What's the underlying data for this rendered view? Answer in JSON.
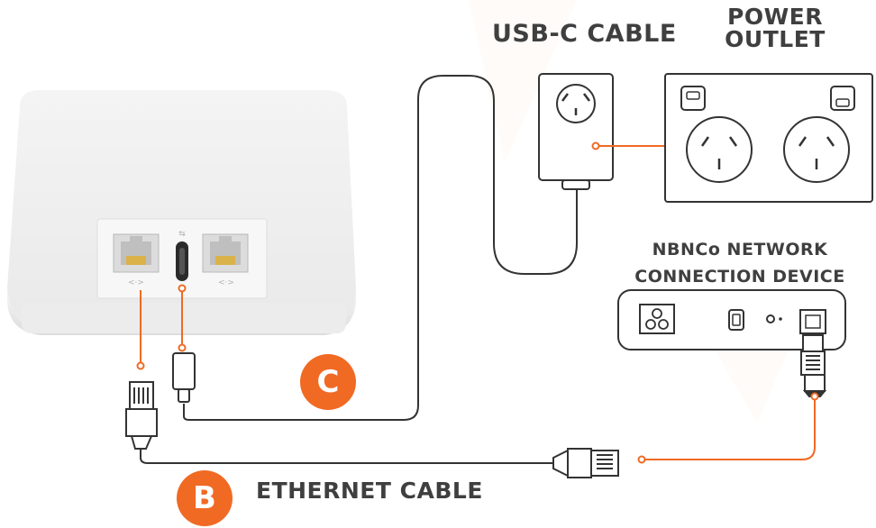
{
  "labels": {
    "usbc_cable": "USB-C CABLE",
    "power_outlet_line1": "POWER",
    "power_outlet_line2": "OUTLET",
    "nbn_line1": "NBNCo NETWORK",
    "nbn_line2": "CONNECTION DEVICE",
    "ethernet_cable": "ETHERNET CABLE"
  },
  "badges": {
    "c": "C",
    "b": "B"
  },
  "colors": {
    "accent": "#f06a24",
    "text": "#3f3f3f",
    "device": "#f2f2f2",
    "outline": "#4a4a4a"
  }
}
